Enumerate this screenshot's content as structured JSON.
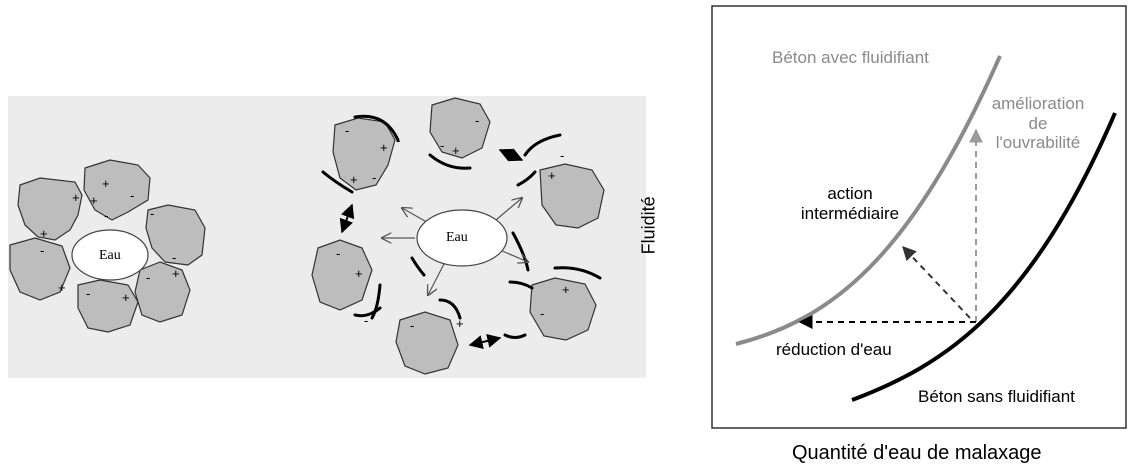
{
  "left_panel": {
    "water_label_dispersed": "Eau",
    "water_label_flocculated": "Eau"
  },
  "right_panel": {
    "axis_y": "Fluidité",
    "axis_x": "Quantité d'eau de malaxage",
    "curve_with": "Béton avec fluidifiant",
    "curve_without": "Béton sans fluidifiant",
    "workability_lines": [
      "amélioration",
      "de",
      "l'ouvrabilité"
    ],
    "intermediate_lines": [
      "action",
      "intermédiaire"
    ],
    "water_reduction": "réduction d'eau",
    "colors": {
      "with_fluidifiant": "#8a8a8a",
      "without_fluidifiant": "#000000"
    }
  }
}
